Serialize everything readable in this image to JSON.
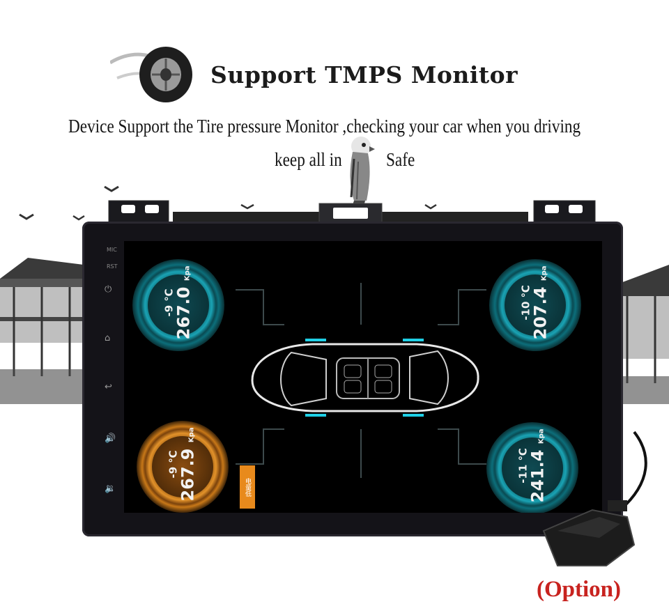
{
  "header": {
    "title": "Support TMPS Monitor",
    "subtitle_line1": "Device Support the Tire pressure Monitor ,checking your car when you driving",
    "subtitle_line2_a": "keep all in",
    "subtitle_line2_b": "Safe",
    "icon": "tire-icon"
  },
  "side_panel": {
    "mic_label": "MIC",
    "rst_label": "RST",
    "buttons": [
      "power-icon",
      "home-icon",
      "back-icon",
      "volume-up-icon",
      "volume-down-icon"
    ]
  },
  "tires": [
    {
      "position": "front-left",
      "temp": "-9 ℃",
      "pressure": "267.0",
      "unit": "Kpa",
      "status": "normal"
    },
    {
      "position": "front-right",
      "temp": "-10 ℃",
      "pressure": "207.4",
      "unit": "Kpa",
      "status": "normal"
    },
    {
      "position": "rear-left",
      "temp": "-9 ℃",
      "pressure": "267.9",
      "unit": "Kpa",
      "status": "warning"
    },
    {
      "position": "rear-right",
      "temp": "-11 ℃",
      "pressure": "241.4",
      "unit": "Kpa",
      "status": "normal"
    }
  ],
  "warning_tag": "电量低",
  "option_label": "(Option)",
  "colors": {
    "normal": "#1aa3b4",
    "warning": "#e2922a",
    "option_text": "#c8231f"
  }
}
